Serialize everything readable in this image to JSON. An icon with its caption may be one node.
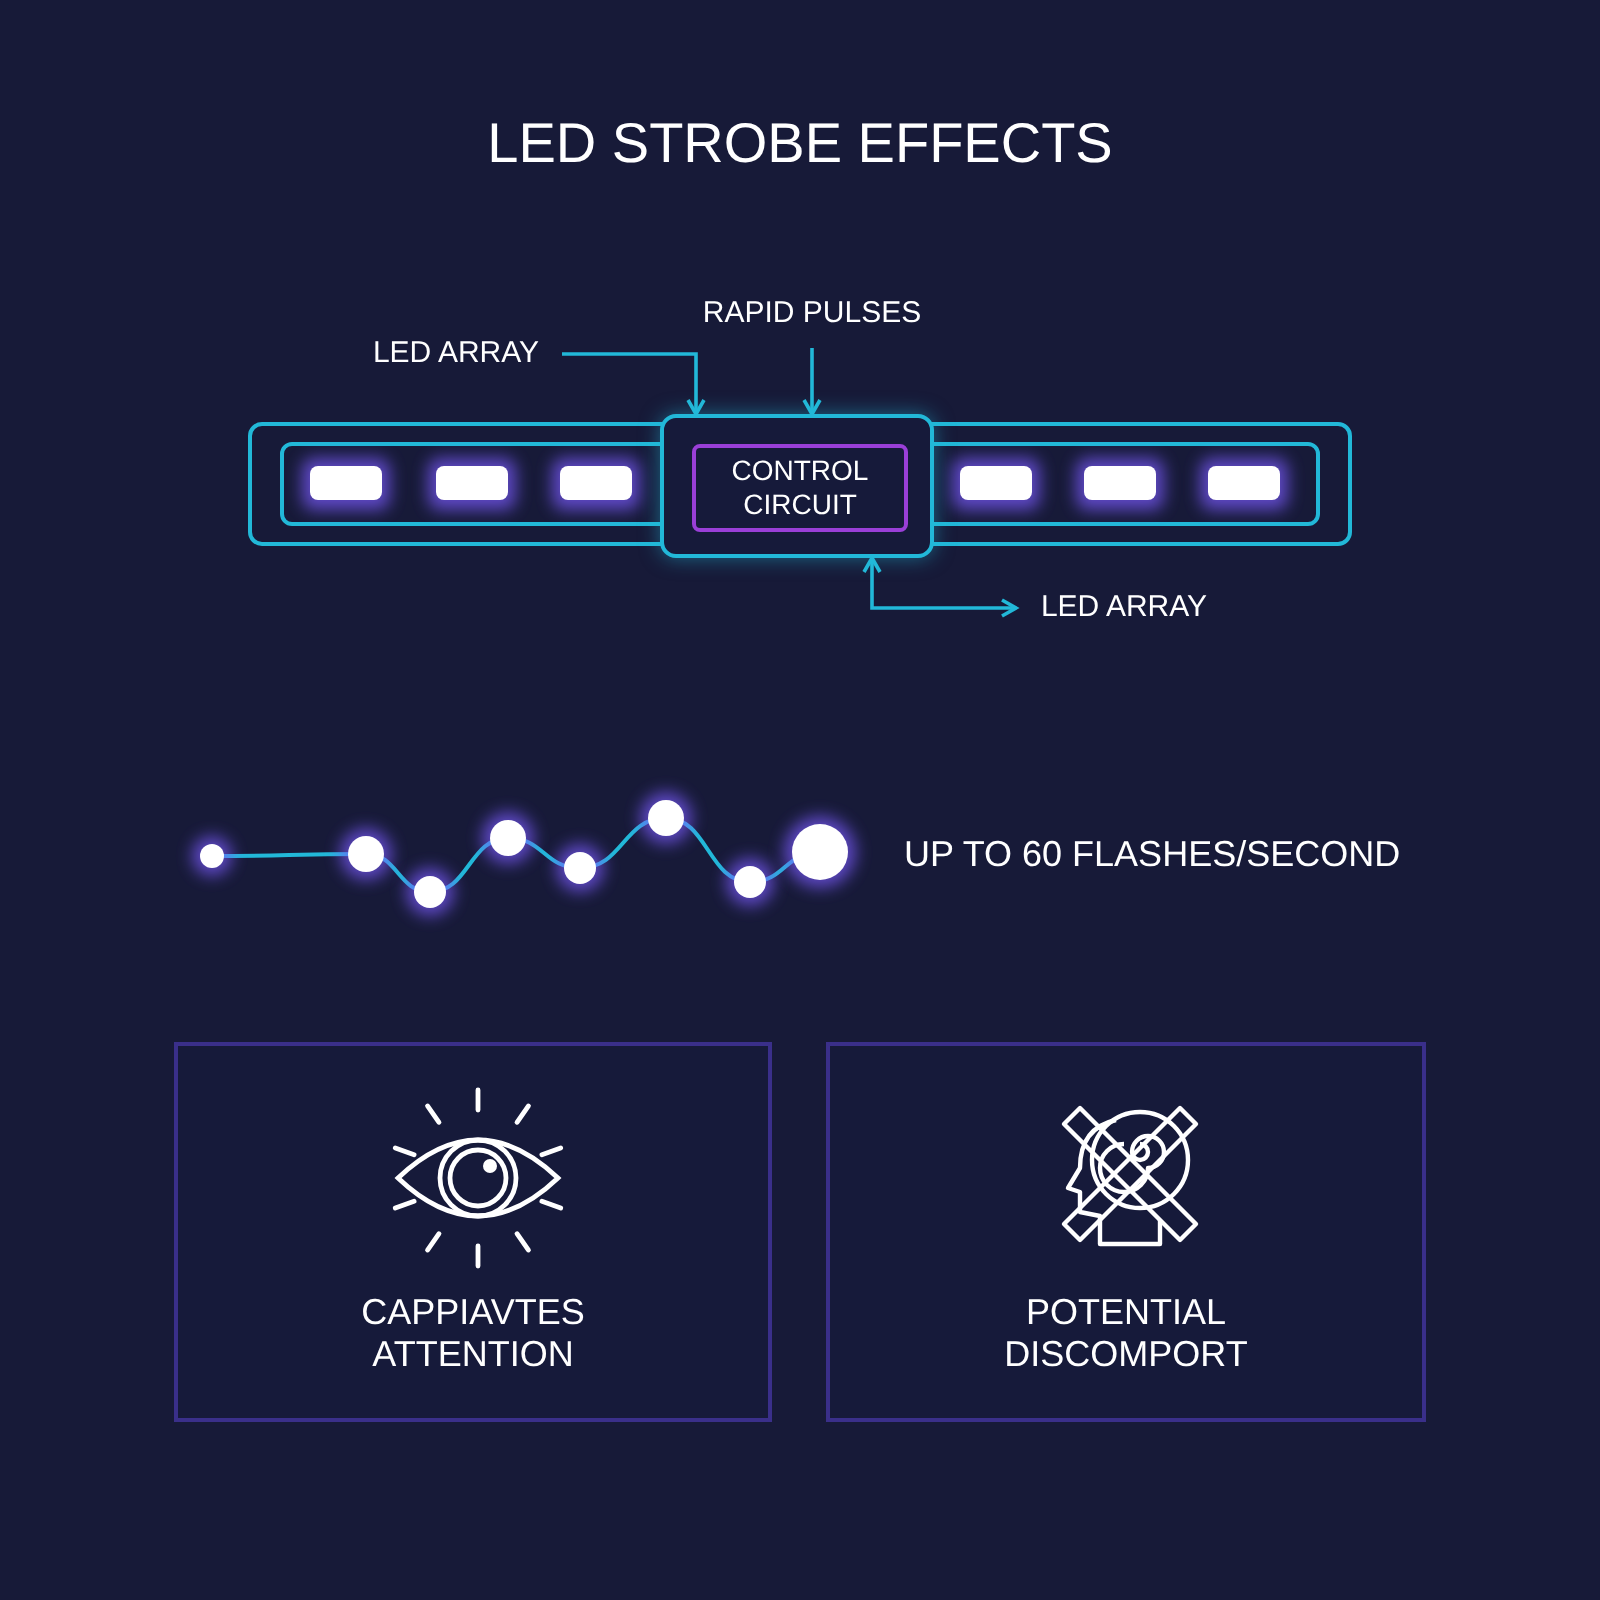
{
  "diagram": {
    "title": "LED STROBE EFFECTS",
    "nodes": [
      {
        "text": [
          "LED ARRAY"
        ]
      },
      {
        "text": [
          "RAPID PULSES"
        ]
      },
      {
        "text": [],
        "shape": "box"
      },
      {
        "text": [
          "CONTROL CIRCUIT"
        ],
        "in": 2
      },
      {
        "text": [
          "LED ARRAY"
        ]
      },
      {
        "text": [
          "CAPPIAVTES ATTENTION"
        ]
      },
      {
        "text": [
          "POTENTIAL DISCOMPORT"
        ]
      }
    ],
    "edges": [
      {
        "from": 0,
        "to": 2,
        "arrow": "to"
      },
      {
        "from": 1,
        "to": 2,
        "arrow": "to"
      },
      {
        "from": 2,
        "to": 4,
        "arrow": "both"
      }
    ],
    "labels": [
      "UP TO 60 FLASHES/SECOND"
    ]
  }
}
